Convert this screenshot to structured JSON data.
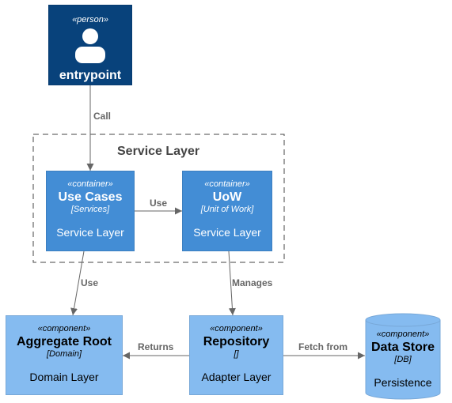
{
  "boundary": {
    "title": "Service Layer"
  },
  "nodes": {
    "entrypoint": {
      "stereotype": "«person»",
      "title": "entrypoint"
    },
    "use_cases": {
      "stereotype": "«container»",
      "title": "Use Cases",
      "tech": "[Services]",
      "description": "Service Layer"
    },
    "uow": {
      "stereotype": "«container»",
      "title": "UoW",
      "tech": "[Unit of Work]",
      "description": "Service Layer"
    },
    "aggregate_root": {
      "stereotype": "«component»",
      "title": "Aggregate Root",
      "tech": "[Domain]",
      "description": "Domain Layer"
    },
    "repository": {
      "stereotype": "«component»",
      "title": "Repository",
      "tech": "[]",
      "description": "Adapter Layer"
    },
    "data_store": {
      "stereotype": "«component»",
      "title": "Data Store",
      "tech": "[DB]",
      "description": "Persistence"
    }
  },
  "edges": {
    "call": "Call",
    "use_uow": "Use",
    "use_aggregate": "Use",
    "manages": "Manages",
    "returns": "Returns",
    "fetch_from": "Fetch from"
  },
  "colors": {
    "person": "#08427B",
    "container": "#438DD5",
    "component": "#85BBF0",
    "edge": "#666666"
  }
}
